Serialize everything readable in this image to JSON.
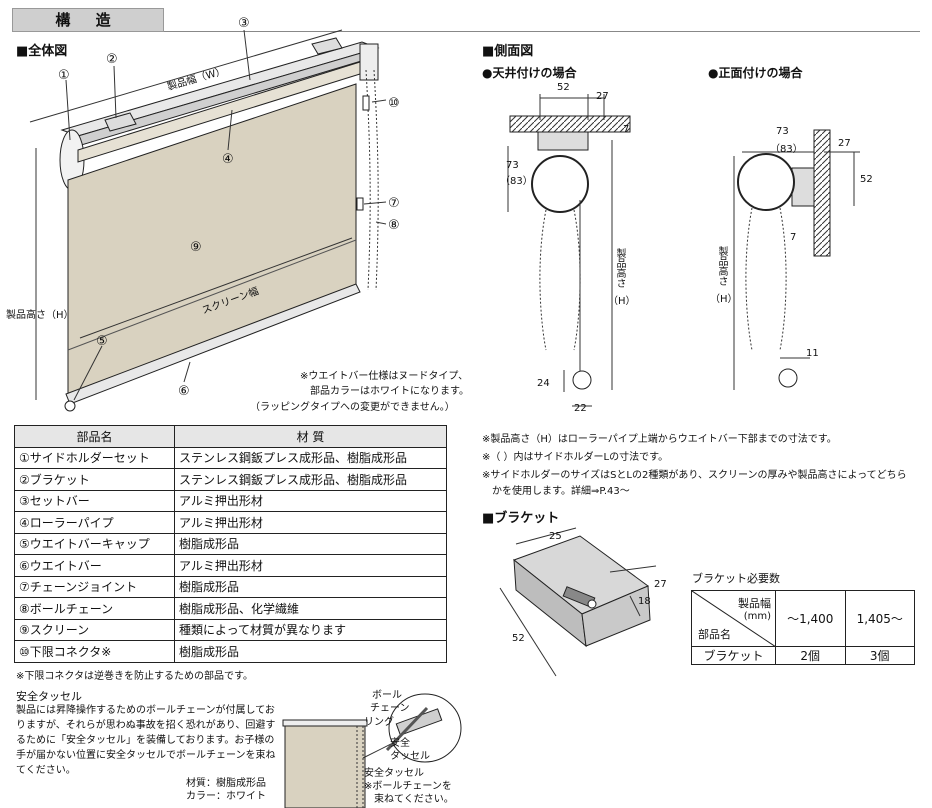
{
  "header": {
    "title": "構 造"
  },
  "overall": {
    "heading": "■全体図",
    "callouts": [
      "①",
      "②",
      "③",
      "④",
      "⑤",
      "⑥",
      "⑦",
      "⑧",
      "⑨",
      "⑩"
    ],
    "width_label": "製品幅（W）",
    "screen_width_label": "スクリーン幅",
    "height_label": "製品高さ（H）",
    "weight_note_1": "※ウエイトバー仕様はヌードタイプ、",
    "weight_note_2": "部品カラーはホワイトになります。",
    "weight_note_3": "（ラッピングタイプへの変更ができません。）"
  },
  "parts_table": {
    "headers": [
      "部品名",
      "材 質"
    ],
    "rows": [
      [
        "①サイドホルダーセット",
        "ステンレス鋼鈑プレス成形品、樹脂成形品"
      ],
      [
        "②ブラケット",
        "ステンレス鋼鈑プレス成形品、樹脂成形品"
      ],
      [
        "③セットバー",
        "アルミ押出形材"
      ],
      [
        "④ローラーパイプ",
        "アルミ押出形材"
      ],
      [
        "⑤ウエイトバーキャップ",
        "樹脂成形品"
      ],
      [
        "⑥ウエイトバー",
        "アルミ押出形材"
      ],
      [
        "⑦チェーンジョイント",
        "樹脂成形品"
      ],
      [
        "⑧ボールチェーン",
        "樹脂成形品、化学繊維"
      ],
      [
        "⑨スクリーン",
        "種類によって材質が異なります"
      ],
      [
        "⑩下限コネクタ※",
        "樹脂成形品"
      ]
    ],
    "footnote": "※下限コネクタは逆巻きを防止するための部品です。"
  },
  "safety": {
    "title": "安全タッセル",
    "body": "製品には昇降操作するためのボールチェーンが付属しておりますが、それらが思わぬ事故を招く恐れがあり、回避するために「安全タッセル」を装備しております。お子様の手が届かない位置に安全タッセルでボールチェーンを束ねてください。",
    "material": "材質：樹脂成形品",
    "color": "カラー：ホワイト",
    "label_chain_1": "ボール",
    "label_chain_2": "チェーン",
    "label_ring": "リング",
    "label_tassel_1": "安全",
    "label_tassel_2": "タッセル",
    "caption_1": "安全タッセル",
    "caption_2": "※ボールチェーンを",
    "caption_3": "束ねてください。"
  },
  "side_view": {
    "heading": "■側面図",
    "ceiling_title": "●天井付けの場合",
    "front_title": "●正面付けの場合",
    "ceiling_dims": {
      "d52": "52",
      "d27": "27",
      "d7": "7",
      "d73": "73",
      "d83": "（83）",
      "d24": "24",
      "d22": "22",
      "height": "製品高さ",
      "h": "（H）"
    },
    "front_dims": {
      "d73": "73",
      "d83": "（83）",
      "d27": "27",
      "d52": "52",
      "d7": "7",
      "d11": "11",
      "height": "製品高さ",
      "h": "（H）"
    },
    "notes": [
      "※製品高さ（H）はローラーパイプ上端からウエイトバー下部までの寸法です。",
      "※（ ）内はサイドホルダーLの寸法です。",
      "※サイドホルダーのサイズはSとLの2種類があり、スクリーンの厚みや製品高さによってどちら",
      "かを使用します。詳細⇒P.43～"
    ]
  },
  "bracket": {
    "heading": "■ブラケット",
    "dims": {
      "d25": "25",
      "d27": "27",
      "d18": "18",
      "d52": "52"
    },
    "table_title": "ブラケット必要数",
    "table": {
      "corner_top": "製品幅",
      "corner_unit": "(mm)",
      "corner_bottom": "部品名",
      "col1": "～1,400",
      "col2": "1,405～",
      "row_label": "ブラケット",
      "val1": "2個",
      "val2": "3個"
    }
  },
  "colors": {
    "screen": "#d9d2c0",
    "bar": "#e4e4e4",
    "line": "#222222"
  }
}
